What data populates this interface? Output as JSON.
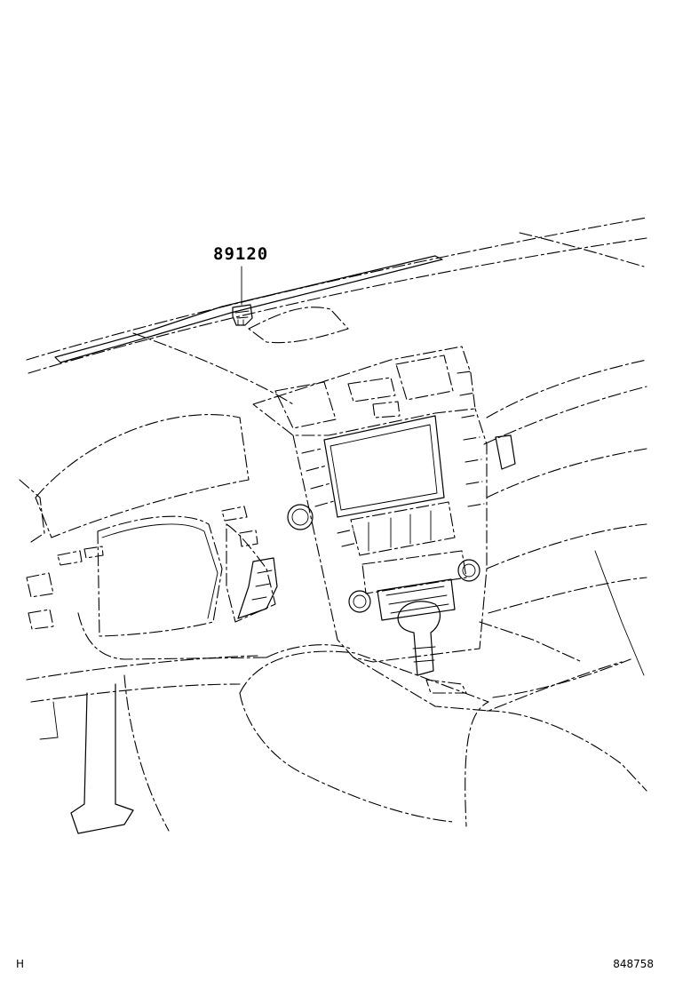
{
  "callout": {
    "part_number": "89120"
  },
  "footer": {
    "left_code": "H",
    "right_code": "848758"
  }
}
